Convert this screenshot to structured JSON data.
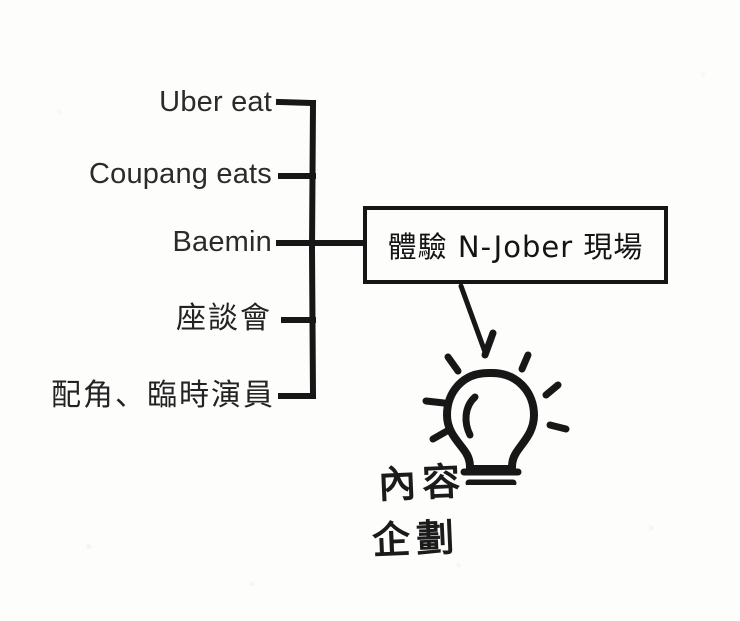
{
  "diagram": {
    "title_note": "hand-drawn bracket diagram",
    "ink_color": "#1a1a1a",
    "paper_color": "#fdfdfc",
    "branches": [
      {
        "label": "Uber eat",
        "script": "latin"
      },
      {
        "label": "Coupang eats",
        "script": "latin"
      },
      {
        "label": "Baemin",
        "script": "latin"
      },
      {
        "label": "座談會",
        "script": "cjk"
      },
      {
        "label": "配角、臨時演員",
        "script": "cjk"
      }
    ],
    "callout": {
      "text": "體驗 N-Jober 現場"
    },
    "idea": {
      "icon": "lightbulb-icon",
      "caption_line1": "內容",
      "caption_line2": "企劃"
    }
  }
}
